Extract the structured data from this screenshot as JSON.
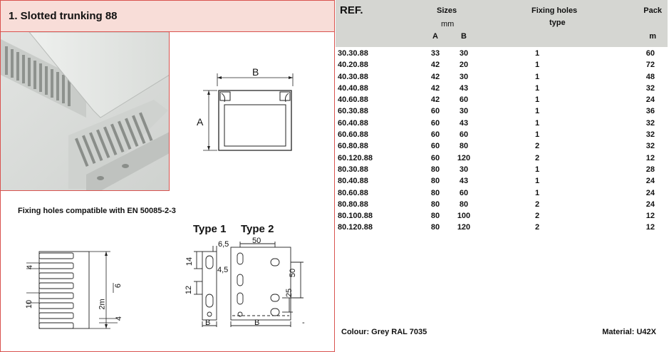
{
  "title": "1. Slotted trunking 88",
  "compat_note": "Fixing holes compatible with EN 50085-2-3",
  "section_dim": {
    "label_a": "A",
    "label_b": "B"
  },
  "side_view": {
    "dim_4": "4",
    "dim_10": "10",
    "dim_6": "6",
    "dim_2m": "2m",
    "dim_4b": "4"
  },
  "types": {
    "type1_label": "Type 1",
    "type2_label": "Type 2",
    "dim_65": "6,5",
    "dim_14": "14",
    "dim_45": "4,5",
    "dim_12": "12",
    "dim_50_top": "50",
    "dim_50_side": "50",
    "dim_25": "25",
    "label_b1": "B",
    "label_b2": "B",
    "dash": "-"
  },
  "table": {
    "headers": {
      "ref": "REF.",
      "sizes": "Sizes",
      "mm": "mm",
      "a": "A",
      "b": "B",
      "fixing": "Fixing holes",
      "type": "type",
      "pack": "Pack",
      "m": "m"
    },
    "rows": [
      {
        "ref": "30.30.88",
        "a": "33",
        "b": "30",
        "fix": "1",
        "pack": "60"
      },
      {
        "ref": "40.20.88",
        "a": "42",
        "b": "20",
        "fix": "1",
        "pack": "72"
      },
      {
        "ref": "40.30.88",
        "a": "42",
        "b": "30",
        "fix": "1",
        "pack": "48"
      },
      {
        "ref": "40.40.88",
        "a": "42",
        "b": "43",
        "fix": "1",
        "pack": "32"
      },
      {
        "ref": "40.60.88",
        "a": "42",
        "b": "60",
        "fix": "1",
        "pack": "24"
      },
      {
        "ref": "60.30.88",
        "a": "60",
        "b": "30",
        "fix": "1",
        "pack": "36"
      },
      {
        "ref": "60.40.88",
        "a": "60",
        "b": "43",
        "fix": "1",
        "pack": "32"
      },
      {
        "ref": "60.60.88",
        "a": "60",
        "b": "60",
        "fix": "1",
        "pack": "32"
      },
      {
        "ref": "60.80.88",
        "a": "60",
        "b": "80",
        "fix": "2",
        "pack": "32"
      },
      {
        "ref": "60.120.88",
        "a": "60",
        "b": "120",
        "fix": "2",
        "pack": "12"
      },
      {
        "ref": "80.30.88",
        "a": "80",
        "b": "30",
        "fix": "1",
        "pack": "28"
      },
      {
        "ref": "80.40.88",
        "a": "80",
        "b": "43",
        "fix": "1",
        "pack": "24"
      },
      {
        "ref": "80.60.88",
        "a": "80",
        "b": "60",
        "fix": "1",
        "pack": "24"
      },
      {
        "ref": "80.80.88",
        "a": "80",
        "b": "80",
        "fix": "2",
        "pack": "24"
      },
      {
        "ref": "80.100.88",
        "a": "80",
        "b": "100",
        "fix": "2",
        "pack": "12"
      },
      {
        "ref": "80.120.88",
        "a": "80",
        "b": "120",
        "fix": "2",
        "pack": "12"
      }
    ]
  },
  "footer": {
    "colour": "Colour: Grey RAL 7035",
    "material": "Material: U42X"
  },
  "colors": {
    "accent_border": "#d9534f",
    "title_bg": "#f8ddd8",
    "header_bg": "#d5d6d2"
  }
}
